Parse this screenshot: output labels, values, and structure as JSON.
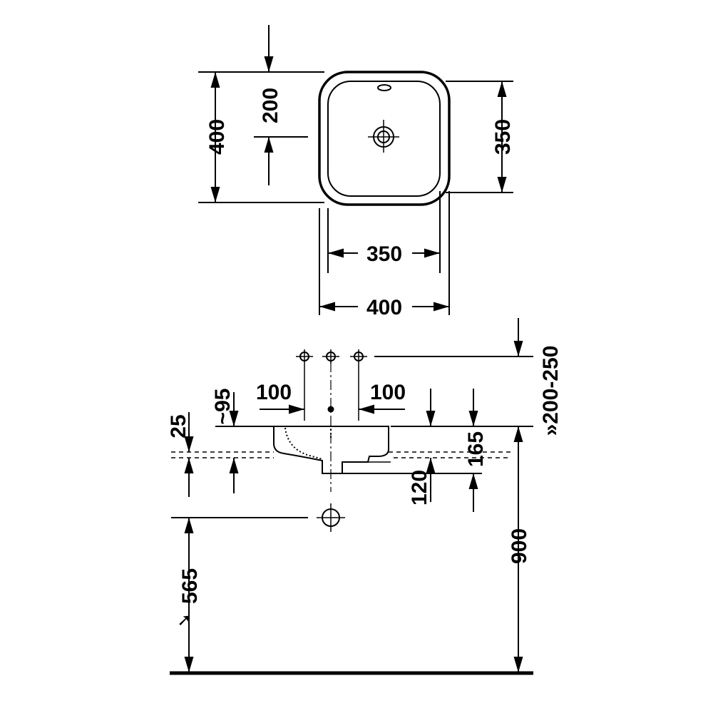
{
  "top_view": {
    "overall_height": "400",
    "drain_offset": "200",
    "bowl_height": "350",
    "bowl_width": "350",
    "overall_width": "400"
  },
  "side_view": {
    "tap_spacing_left": "100",
    "tap_spacing_right": "100",
    "tap_rim_distance": "~95",
    "tap_height_range": "»200-250",
    "rim_thickness": "25",
    "basin_depth": "165",
    "drain_depth": "120",
    "waste_height": "565",
    "waste_marker": "➘",
    "rim_height": "900"
  }
}
